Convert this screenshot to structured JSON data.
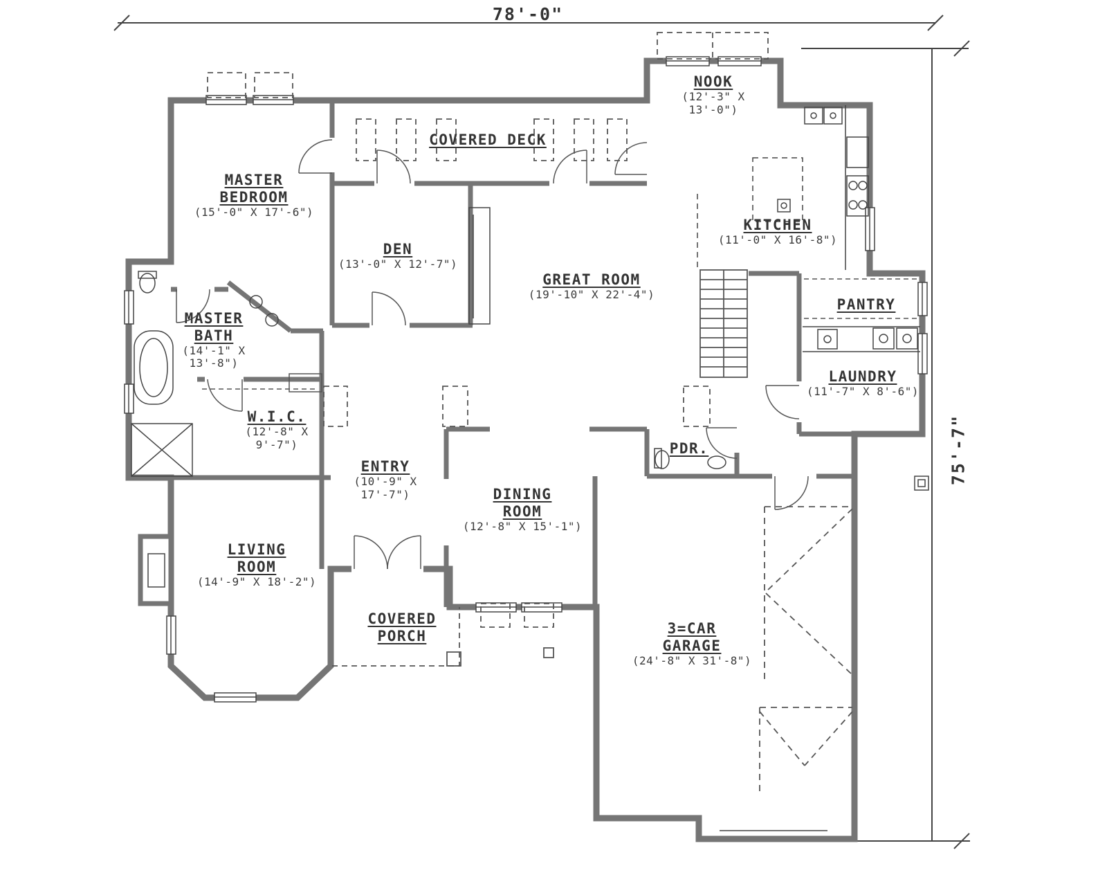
{
  "dimensions": {
    "overall_width": "78'-0\"",
    "overall_height": "75'-7\""
  },
  "rooms": {
    "master_bedroom": {
      "name1": "MASTER",
      "name2": "BEDROOM",
      "size1": "(15'-0\" X 17'-6\")"
    },
    "covered_deck": {
      "name1": "COVERED DECK"
    },
    "nook": {
      "name1": "NOOK",
      "size1": "(12'-3\" X",
      "size2": "13'-0\")"
    },
    "kitchen": {
      "name1": "KITCHEN",
      "size1": "(11'-0\" X 16'-8\")"
    },
    "den": {
      "name1": "DEN",
      "size1": "(13'-0\" X 12'-7\")"
    },
    "great_room": {
      "name1": "GREAT ROOM",
      "size1": "(19'-10\" X 22'-4\")"
    },
    "pantry": {
      "name1": "PANTRY"
    },
    "master_bath": {
      "name1": "MASTER",
      "name2": "BATH",
      "size1": "(14'-1\" X",
      "size2": "13'-8\")"
    },
    "laundry": {
      "name1": "LAUNDRY",
      "size1": "(11'-7\" X 8'-6\")"
    },
    "wic": {
      "name1": "W.I.C.",
      "size1": "(12'-8\" X",
      "size2": "9'-7\")"
    },
    "entry": {
      "name1": "ENTRY",
      "size1": "(10'-9\" X",
      "size2": "17'-7\")"
    },
    "powder": {
      "name1": "PDR."
    },
    "dining_room": {
      "name1": "DINING",
      "name2": "ROOM",
      "size1": "(12'-8\" X 15'-1\")"
    },
    "living_room": {
      "name1": "LIVING",
      "name2": "ROOM",
      "size1": "(14'-9\" X 18'-2\")"
    },
    "covered_porch": {
      "name1": "COVERED",
      "name2": "PORCH"
    },
    "garage": {
      "name1": "3=CAR",
      "name2": "GARAGE",
      "size1": "(24'-8\" X 31'-8\")"
    }
  }
}
